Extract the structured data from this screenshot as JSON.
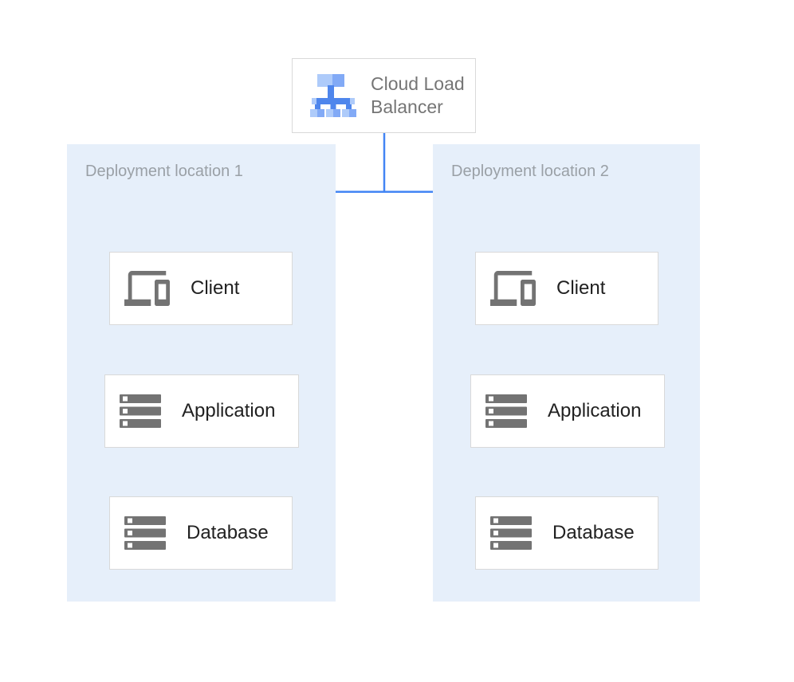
{
  "load_balancer": {
    "label": "Cloud Load Balancer",
    "label_line1": "Cloud Load",
    "label_line2": "Balancer",
    "icon": "load-balancer-icon"
  },
  "panels": [
    {
      "label": "Deployment location 1",
      "nodes": [
        {
          "label": "Client",
          "icon": "devices-icon"
        },
        {
          "label": "Application",
          "icon": "server-stack-icon"
        },
        {
          "label": "Database",
          "icon": "server-stack-icon"
        }
      ]
    },
    {
      "label": "Deployment location 2",
      "nodes": [
        {
          "label": "Client",
          "icon": "devices-icon"
        },
        {
          "label": "Application",
          "icon": "server-stack-icon"
        },
        {
          "label": "Database",
          "icon": "server-stack-icon"
        }
      ]
    }
  ],
  "colors": {
    "panel_background": "#e6effa",
    "arrow_blue": "#4285f4",
    "box_border": "#d9d9d9",
    "box_background": "#ffffff",
    "box_text": "#212121",
    "load_balancer_text": "#757575",
    "panel_label_text": "#9aa0a6",
    "icon_gray": "#737373",
    "lb_icon_light_blue": "#aecbfa",
    "lb_icon_mid_blue": "#82aaf6",
    "lb_icon_strong_blue": "#4f86ec"
  }
}
